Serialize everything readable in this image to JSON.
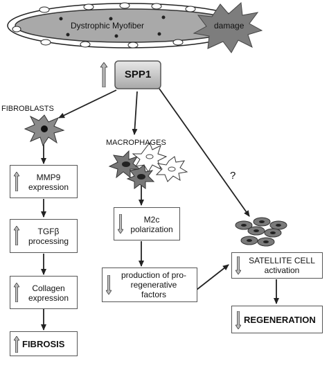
{
  "myofiber": {
    "label": "Dystrophic Myofiber",
    "damage_label": "damage"
  },
  "spp1": {
    "label": "SPP1",
    "arrow_direction": "up"
  },
  "branches": {
    "fibroblasts": {
      "label": "FIBROBLASTS",
      "steps": [
        {
          "line1": "MMP9",
          "line2": "expression",
          "arrow_direction": "up"
        },
        {
          "line1": "TGFβ",
          "line2": "processing",
          "arrow_direction": "up"
        },
        {
          "line1": "Collagen",
          "line2": "expression",
          "arrow_direction": "up"
        }
      ],
      "outcome": {
        "label": "FIBROSIS",
        "arrow_direction": "up"
      }
    },
    "macrophages": {
      "label": "MACROPHAGES",
      "steps": [
        {
          "line1": "M2c",
          "line2": "polarization",
          "arrow_direction": "down"
        },
        {
          "line1": "production of pro-",
          "line2": "regenerative",
          "line3": "factors",
          "arrow_direction": "down"
        }
      ]
    },
    "satellite": {
      "question": "?",
      "steps": [
        {
          "line1": "SATELLITE CELL",
          "line2": "activation",
          "arrow_direction": "down"
        }
      ],
      "outcome": {
        "label": "REGENERATION",
        "arrow_direction": "down"
      }
    }
  },
  "colors": {
    "fiber_fill": "#a9a9a9",
    "box_border": "#555555",
    "spp1_fill": "#c9c9c9",
    "cell_fill": "#7a7a7a"
  }
}
